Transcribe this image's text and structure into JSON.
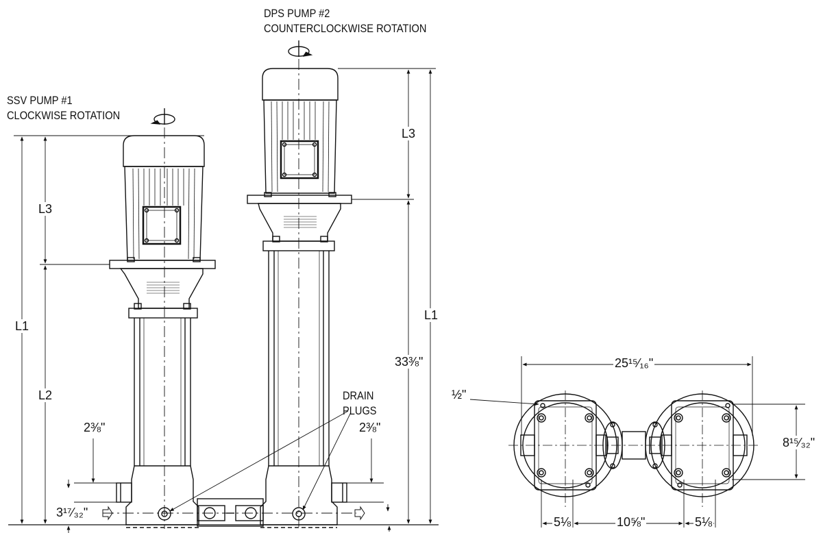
{
  "labels": {
    "ssv_title": "SSV PUMP #1",
    "ssv_rotation": "CLOCKWISE ROTATION",
    "dps_title": "DPS PUMP #2",
    "dps_rotation": "COUNTERCLOCKWISE ROTATION",
    "drain": "DRAIN",
    "plugs": "PLUGS"
  },
  "dimensions": {
    "l1_left": "L1",
    "l3_left": "L3",
    "l2_left": "L2",
    "l3_right": "L3",
    "l1_right": "L1",
    "overall_height": "33⅜\"",
    "inlet_left": "2⅜\"",
    "inlet_right": "2⅜\"",
    "base_offset": "3¹⁷⁄₃₂\"",
    "top_width": "25¹⁵⁄₁₆\"",
    "half_inch": "½\"",
    "side_depth": "8¹⁵⁄₃₂\"",
    "left_offset": "5⅛",
    "center_spacing": "10⅝\"",
    "right_offset": "5⅛"
  }
}
